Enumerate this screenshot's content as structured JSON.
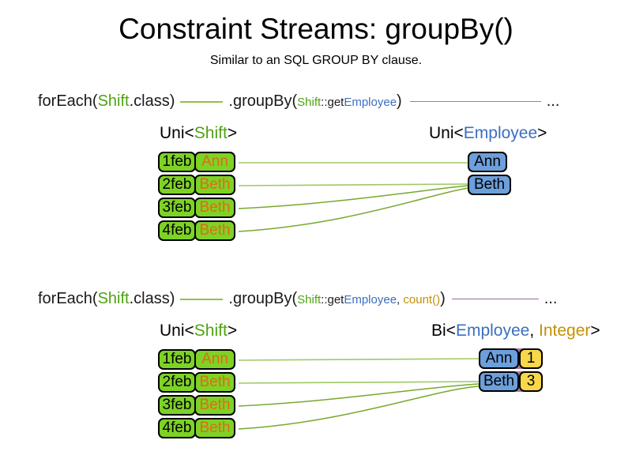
{
  "title": "Constraint Streams: groupBy()",
  "subtitle": "Similar to an SQL GROUP BY clause.",
  "colors": {
    "box_green": "#7ed226",
    "box_blue": "#6d9fdb",
    "box_yellow": "#f8d84a",
    "tuple_purple": "#b0739f",
    "text_green": "#4ea312",
    "text_blue": "#3b6fc0",
    "text_orange": "#e06c12",
    "text_gold": "#c49102",
    "connector_light": "#9dca67",
    "connector_dark": "#76a92e",
    "code_dash_green": "#8cc63f",
    "code_line_blue": "#7191c4",
    "code_line_purple": "#9b6a9e"
  },
  "section1": {
    "code": {
      "foreach_kw": "forEach(",
      "shift": "Shift",
      "class_close": ".class)",
      "groupby_kw": ".groupBy(",
      "param_shift": "Shift",
      "param_getter": "::get",
      "param_employee": "Employee",
      "close_paren": ")",
      "ellipsis": "..."
    },
    "left_label": {
      "prefix": "Uni<",
      "type": "Shift",
      "suffix": ">"
    },
    "right_label": {
      "prefix": "Uni<",
      "type": "Employee",
      "suffix": ">"
    },
    "table": [
      {
        "date": "1feb",
        "name": "Ann"
      },
      {
        "date": "2feb",
        "name": "Beth"
      },
      {
        "date": "3feb",
        "name": "Beth"
      },
      {
        "date": "4feb",
        "name": "Beth"
      }
    ],
    "groups": [
      {
        "name": "Ann"
      },
      {
        "name": "Beth"
      }
    ]
  },
  "section2": {
    "code": {
      "foreach_kw": "forEach(",
      "shift": "Shift",
      "class_close": ".class)",
      "groupby_kw": ".groupBy(",
      "param_shift": "Shift",
      "param_getter": "::get",
      "param_employee": "Employee",
      "comma": ", ",
      "count_fn": "count()",
      "close_paren": ")",
      "ellipsis": "..."
    },
    "left_label": {
      "prefix": "Uni<",
      "type": "Shift",
      "suffix": ">"
    },
    "right_label": {
      "prefix": "Bi<",
      "type1": "Employee",
      "sep": ", ",
      "type2": "Integer",
      "suffix": ">"
    },
    "table": [
      {
        "date": "1feb",
        "name": "Ann"
      },
      {
        "date": "2feb",
        "name": "Beth"
      },
      {
        "date": "3feb",
        "name": "Beth"
      },
      {
        "date": "4feb",
        "name": "Beth"
      }
    ],
    "groups": [
      {
        "name": "Ann",
        "count": "1"
      },
      {
        "name": "Beth",
        "count": "3"
      }
    ]
  }
}
